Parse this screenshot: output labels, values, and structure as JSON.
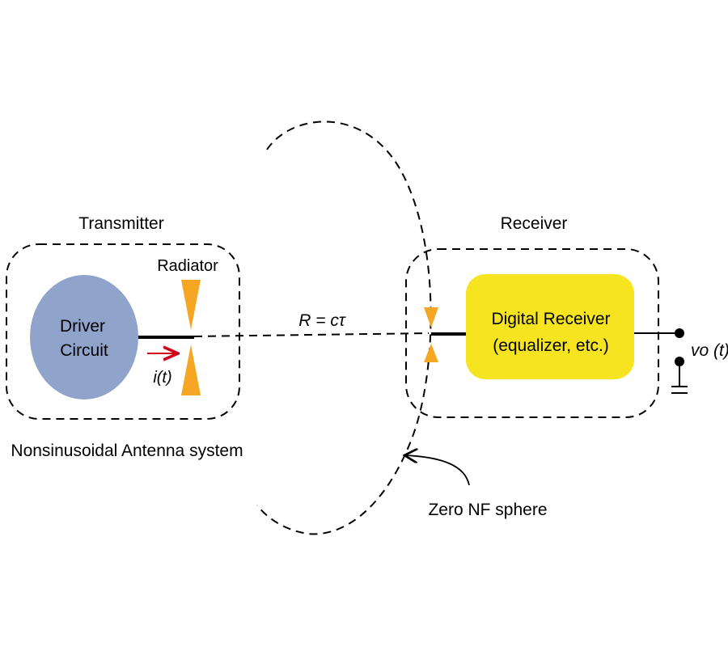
{
  "transmitter": {
    "title": "Transmitter",
    "radiator_label": "Radiator",
    "driver_line1": "Driver",
    "driver_line2": "Circuit",
    "current_label": "i(t)",
    "system_label": "Nonsinusoidal Antenna system"
  },
  "link": {
    "distance_label": "R = cτ"
  },
  "receiver": {
    "title": "Receiver",
    "block_line1": "Digital Receiver",
    "block_line2": "(equalizer, etc.)",
    "output_label": "vo (t)"
  },
  "sphere": {
    "label": "Zero NF sphere"
  },
  "colors": {
    "driver": "#8fa3cb",
    "radiator": "#f5a623",
    "receiver_block": "#f5e41f",
    "current_arrow": "#d0021b"
  }
}
